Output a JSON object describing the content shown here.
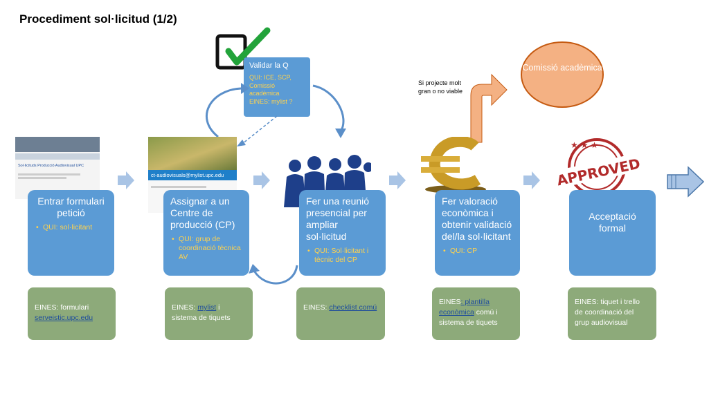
{
  "title": "Procediment sol·licitud (1/2)",
  "validate_box": {
    "title": "Validar la Q",
    "who": "QUI: ICE, SCP, Comissió acadèmica",
    "tools": "EINES: mylist ?"
  },
  "committee": "Comissió acadèmica",
  "side_note": "Si projecte molt gran o no viable",
  "steps": [
    {
      "title": "Entrar formulari petició",
      "who": "QUI: sol·licitant",
      "tool_prefix": "EINES: formulari ",
      "tool_link": "serveistic.upc.edu",
      "tool_suffix": ""
    },
    {
      "title": "Assignar a un Centre de producció (CP)",
      "who": "QUI: grup de coordinació tècnica AV",
      "tool_prefix": "EINES: ",
      "tool_link": "mylist",
      "tool_suffix": " i sistema de tiquets"
    },
    {
      "title": "Fer una reunió presencial per ampliar sol·licitud",
      "who": "QUI: Sol·licitant i tècnic del CP",
      "tool_prefix": "EINES: ",
      "tool_link": "checklist comú",
      "tool_suffix": ""
    },
    {
      "title": "Fer valoració econòmica i obtenir validació del/la sol·licitant",
      "who": "QUI: CP",
      "tool_prefix": "EINES",
      "tool_link": ": plantilla econòmica",
      "tool_suffix": " comú i sistema de tiquets"
    },
    {
      "title": "Acceptació formal",
      "who": "",
      "tool_prefix": "EINES: tiquet i trello de coordinació del grup audiovisual",
      "tool_link": "",
      "tool_suffix": ""
    }
  ],
  "image_texts": {
    "screenshot_1_header": "Sol·licituds Producció Audiovisual UPC",
    "screenshot_2_email": "ct-audiovisuals@mylist.upc.edu",
    "stamp": "APPROVED"
  },
  "colors": {
    "step": "#5b9bd5",
    "tool": "#8daa7a",
    "who": "#ffd24d",
    "committee": "#f4b183",
    "flow_arrow": "#a9c4e5",
    "up_arrow": "#f4b183"
  }
}
